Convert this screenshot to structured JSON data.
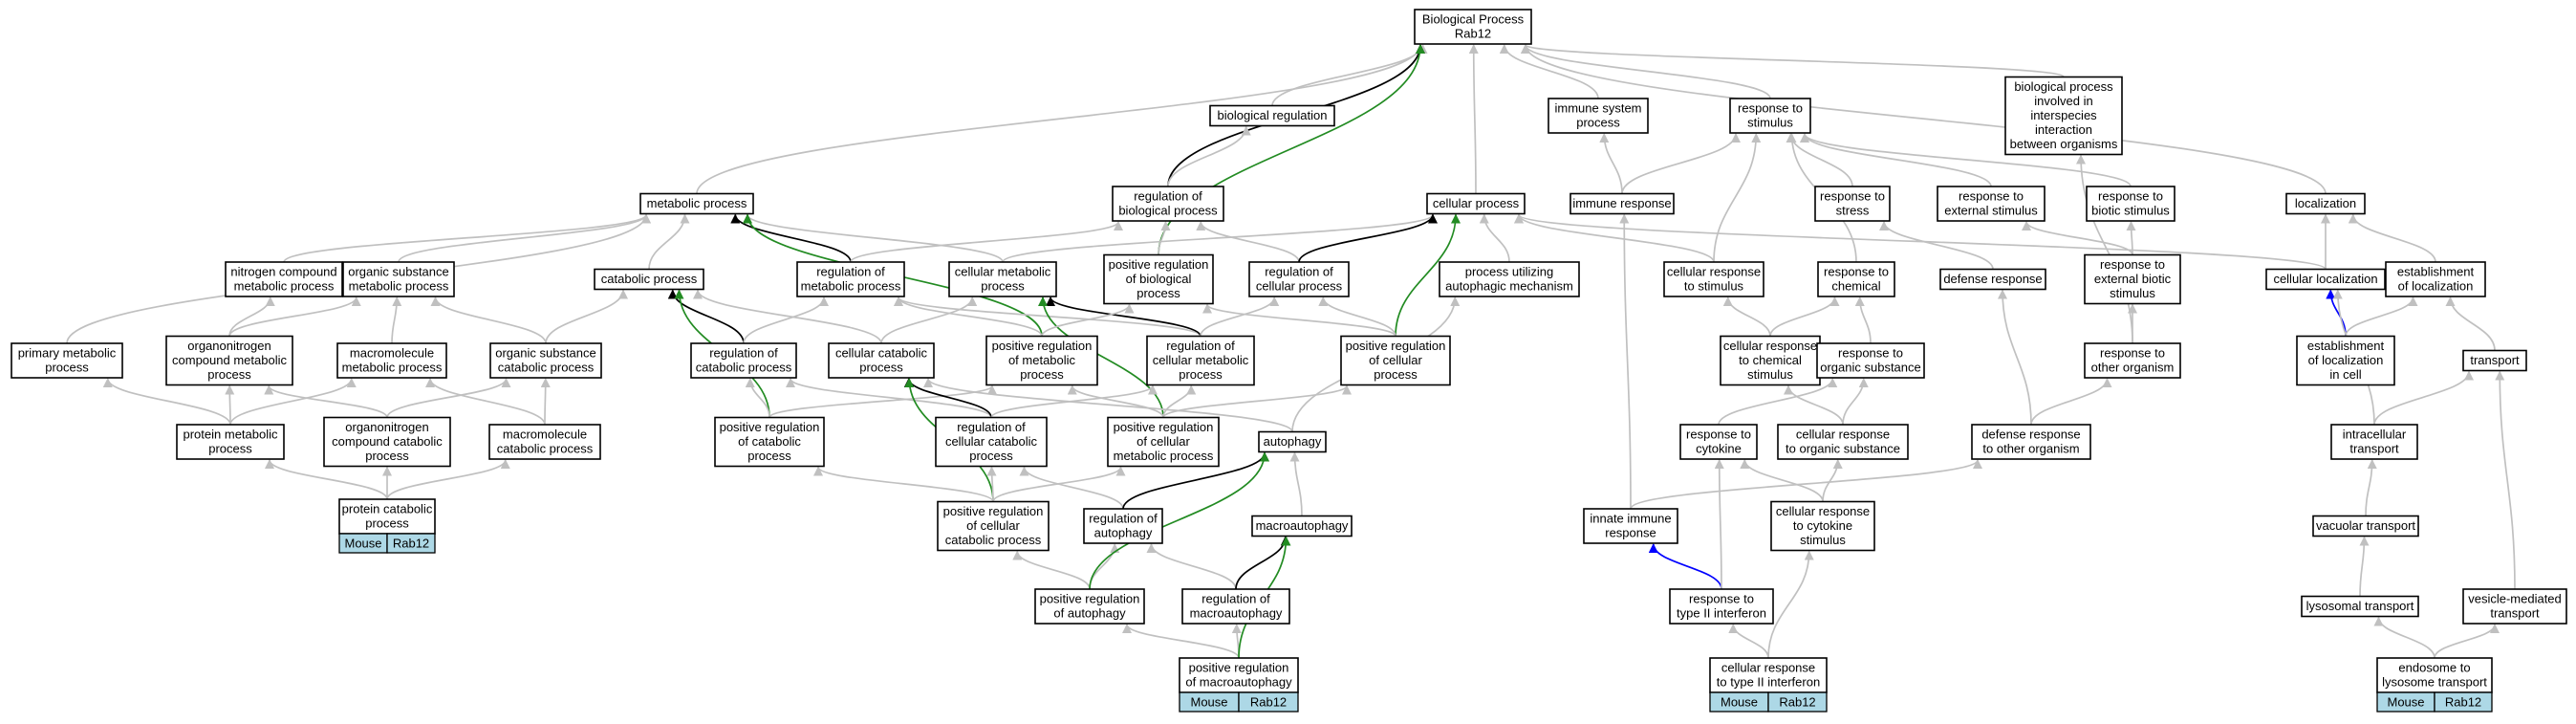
{
  "colors": {
    "is_a": "#c0c0c0",
    "regulates": "#000000",
    "positively_regulates": "#228b22",
    "part_of": "#0000ff",
    "annotation_fill": "#add8e6"
  },
  "nodes": [
    {
      "id": "root",
      "lines": [
        "Biological Process",
        "Rab12"
      ]
    },
    {
      "id": "bioreg",
      "lines": [
        "biological regulation"
      ]
    },
    {
      "id": "immsys",
      "lines": [
        "immune system",
        "process"
      ]
    },
    {
      "id": "resp_stim",
      "lines": [
        "response to",
        "stimulus"
      ]
    },
    {
      "id": "interspecies",
      "lines": [
        "biological process",
        "involved in",
        "interspecies",
        "interaction",
        "between organisms"
      ]
    },
    {
      "id": "metab",
      "lines": [
        "metabolic process"
      ]
    },
    {
      "id": "reg_bio",
      "lines": [
        "regulation of",
        "biological process"
      ]
    },
    {
      "id": "cellproc",
      "lines": [
        "cellular process"
      ]
    },
    {
      "id": "immresp",
      "lines": [
        "immune response"
      ]
    },
    {
      "id": "resp_stress",
      "lines": [
        "response to",
        "stress"
      ]
    },
    {
      "id": "resp_ext",
      "lines": [
        "response to",
        "external stimulus"
      ]
    },
    {
      "id": "resp_biotic",
      "lines": [
        "response to",
        "biotic stimulus"
      ]
    },
    {
      "id": "localization",
      "lines": [
        "localization"
      ]
    },
    {
      "id": "nitrogen",
      "lines": [
        "nitrogen compound",
        "metabolic process"
      ]
    },
    {
      "id": "orgsub_met",
      "lines": [
        "organic substance",
        "metabolic process"
      ]
    },
    {
      "id": "catab",
      "lines": [
        "catabolic process"
      ]
    },
    {
      "id": "reg_metab",
      "lines": [
        "regulation of",
        "metabolic process"
      ]
    },
    {
      "id": "cell_metab",
      "lines": [
        "cellular metabolic",
        "process"
      ]
    },
    {
      "id": "pos_reg_bio",
      "lines": [
        "positive regulation",
        "of biological",
        "process"
      ]
    },
    {
      "id": "reg_cellproc",
      "lines": [
        "regulation of",
        "cellular process"
      ]
    },
    {
      "id": "autophagic_mech",
      "lines": [
        "process utilizing",
        "autophagic mechanism"
      ]
    },
    {
      "id": "cell_resp_stim",
      "lines": [
        "cellular response",
        "to stimulus"
      ]
    },
    {
      "id": "resp_chem",
      "lines": [
        "response to",
        "chemical"
      ]
    },
    {
      "id": "defense",
      "lines": [
        "defense response"
      ]
    },
    {
      "id": "resp_ext_biotic",
      "lines": [
        "response to",
        "external biotic",
        "stimulus"
      ]
    },
    {
      "id": "cell_loc",
      "lines": [
        "cellular localization"
      ]
    },
    {
      "id": "est_loc",
      "lines": [
        "establishment",
        "of localization"
      ]
    },
    {
      "id": "primary",
      "lines": [
        "primary metabolic",
        "process"
      ]
    },
    {
      "id": "organonitrogen",
      "lines": [
        "organonitrogen",
        "compound metabolic",
        "process"
      ]
    },
    {
      "id": "macromol_met",
      "lines": [
        "macromolecule",
        "metabolic process"
      ]
    },
    {
      "id": "orgsub_cat",
      "lines": [
        "organic substance",
        "catabolic process"
      ]
    },
    {
      "id": "reg_catab",
      "lines": [
        "regulation of",
        "catabolic process"
      ]
    },
    {
      "id": "cell_catab",
      "lines": [
        "cellular catabolic",
        "process"
      ]
    },
    {
      "id": "pos_reg_metab",
      "lines": [
        "positive regulation",
        "of metabolic",
        "process"
      ]
    },
    {
      "id": "reg_cell_metab",
      "lines": [
        "regulation of",
        "cellular metabolic",
        "process"
      ]
    },
    {
      "id": "pos_reg_cellproc",
      "lines": [
        "positive regulation",
        "of cellular",
        "process"
      ]
    },
    {
      "id": "cell_resp_chem",
      "lines": [
        "cellular response",
        "to chemical",
        "stimulus"
      ]
    },
    {
      "id": "resp_org_sub",
      "lines": [
        "response to",
        "organic substance"
      ]
    },
    {
      "id": "resp_other_org",
      "lines": [
        "response to",
        "other organism"
      ]
    },
    {
      "id": "est_loc_cell",
      "lines": [
        "establishment",
        "of localization",
        "in cell"
      ]
    },
    {
      "id": "transport",
      "lines": [
        "transport"
      ]
    },
    {
      "id": "protein_met",
      "lines": [
        "protein metabolic",
        "process"
      ]
    },
    {
      "id": "organonitrogen_cat",
      "lines": [
        "organonitrogen",
        "compound catabolic",
        "process"
      ]
    },
    {
      "id": "macromol_cat",
      "lines": [
        "macromolecule",
        "catabolic process"
      ]
    },
    {
      "id": "pos_reg_catab",
      "lines": [
        "positive regulation",
        "of catabolic",
        "process"
      ]
    },
    {
      "id": "reg_cell_catab",
      "lines": [
        "regulation of",
        "cellular catabolic",
        "process"
      ]
    },
    {
      "id": "pos_reg_cell_metab",
      "lines": [
        "positive regulation",
        "of cellular",
        "metabolic process"
      ]
    },
    {
      "id": "autophagy",
      "lines": [
        "autophagy"
      ]
    },
    {
      "id": "resp_cytokine",
      "lines": [
        "response to",
        "cytokine"
      ]
    },
    {
      "id": "cell_resp_org_sub",
      "lines": [
        "cellular response",
        "to organic substance"
      ]
    },
    {
      "id": "def_other_org",
      "lines": [
        "defense response",
        "to other organism"
      ]
    },
    {
      "id": "intracell_transport",
      "lines": [
        "intracellular",
        "transport"
      ]
    },
    {
      "id": "protein_catab",
      "lines": [
        "protein catabolic",
        "process"
      ]
    },
    {
      "id": "pos_reg_cell_catab",
      "lines": [
        "positive regulation",
        "of cellular",
        "catabolic process"
      ]
    },
    {
      "id": "reg_autophagy",
      "lines": [
        "regulation of",
        "autophagy"
      ]
    },
    {
      "id": "macroautophagy",
      "lines": [
        "macroautophagy"
      ]
    },
    {
      "id": "innate",
      "lines": [
        "innate immune",
        "response"
      ]
    },
    {
      "id": "cell_resp_cytokine",
      "lines": [
        "cellular response",
        "to cytokine",
        "stimulus"
      ]
    },
    {
      "id": "vacuolar",
      "lines": [
        "vacuolar transport"
      ]
    },
    {
      "id": "pos_reg_autophagy",
      "lines": [
        "positive regulation",
        "of autophagy"
      ]
    },
    {
      "id": "reg_macro",
      "lines": [
        "regulation of",
        "macroautophagy"
      ]
    },
    {
      "id": "resp_ifng",
      "lines": [
        "response to",
        "type II interferon"
      ]
    },
    {
      "id": "lysosomal",
      "lines": [
        "lysosomal transport"
      ]
    },
    {
      "id": "vesicle",
      "lines": [
        "vesicle-mediated",
        "transport"
      ]
    },
    {
      "id": "pos_reg_macro",
      "lines": [
        "positive regulation",
        "of macroautophagy"
      ]
    },
    {
      "id": "cell_resp_ifng",
      "lines": [
        "cellular response",
        "to type II interferon"
      ]
    },
    {
      "id": "endosome",
      "lines": [
        "endosome to",
        "lysosome transport"
      ]
    }
  ],
  "annotations": [
    {
      "node": "protein_catab",
      "species": "Mouse",
      "gene": "Rab12"
    },
    {
      "node": "pos_reg_macro",
      "species": "Mouse",
      "gene": "Rab12"
    },
    {
      "node": "cell_resp_ifng",
      "species": "Mouse",
      "gene": "Rab12"
    },
    {
      "node": "endosome",
      "species": "Mouse",
      "gene": "Rab12"
    }
  ],
  "edges": [
    {
      "from": "bioreg",
      "to": "root",
      "type": "is_a"
    },
    {
      "from": "immsys",
      "to": "root",
      "type": "is_a"
    },
    {
      "from": "resp_stim",
      "to": "root",
      "type": "is_a"
    },
    {
      "from": "interspecies",
      "to": "root",
      "type": "is_a"
    },
    {
      "from": "metab",
      "to": "root",
      "type": "is_a"
    },
    {
      "from": "reg_bio",
      "to": "root",
      "type": "regulates"
    },
    {
      "from": "pos_reg_bio",
      "to": "root",
      "type": "positively_regulates"
    },
    {
      "from": "cellproc",
      "to": "root",
      "type": "is_a"
    },
    {
      "from": "localization",
      "to": "root",
      "type": "is_a"
    },
    {
      "from": "reg_bio",
      "to": "bioreg",
      "type": "is_a"
    },
    {
      "from": "immresp",
      "to": "immsys",
      "type": "is_a"
    },
    {
      "from": "immresp",
      "to": "resp_stim",
      "type": "is_a"
    },
    {
      "from": "resp_stress",
      "to": "resp_stim",
      "type": "is_a"
    },
    {
      "from": "resp_ext",
      "to": "resp_stim",
      "type": "is_a"
    },
    {
      "from": "resp_biotic",
      "to": "resp_stim",
      "type": "is_a"
    },
    {
      "from": "cell_resp_stim",
      "to": "resp_stim",
      "type": "is_a"
    },
    {
      "from": "resp_chem",
      "to": "resp_stim",
      "type": "is_a"
    },
    {
      "from": "resp_ext_biotic",
      "to": "resp_ext",
      "type": "is_a"
    },
    {
      "from": "resp_ext_biotic",
      "to": "resp_biotic",
      "type": "is_a"
    },
    {
      "from": "defense",
      "to": "resp_stress",
      "type": "is_a"
    },
    {
      "from": "resp_other_org",
      "to": "resp_ext_biotic",
      "type": "is_a"
    },
    {
      "from": "resp_other_org",
      "to": "interspecies",
      "type": "is_a"
    },
    {
      "from": "nitrogen",
      "to": "metab",
      "type": "is_a"
    },
    {
      "from": "orgsub_met",
      "to": "metab",
      "type": "is_a"
    },
    {
      "from": "catab",
      "to": "metab",
      "type": "is_a"
    },
    {
      "from": "reg_metab",
      "to": "metab",
      "type": "regulates"
    },
    {
      "from": "cell_metab",
      "to": "metab",
      "type": "is_a"
    },
    {
      "from": "pos_reg_metab",
      "to": "metab",
      "type": "positively_regulates"
    },
    {
      "from": "primary",
      "to": "metab",
      "type": "is_a"
    },
    {
      "from": "reg_metab",
      "to": "reg_bio",
      "type": "is_a"
    },
    {
      "from": "reg_cellproc",
      "to": "reg_bio",
      "type": "is_a"
    },
    {
      "from": "pos_reg_bio",
      "to": "reg_bio",
      "type": "is_a"
    },
    {
      "from": "cell_metab",
      "to": "cellproc",
      "type": "is_a"
    },
    {
      "from": "reg_cellproc",
      "to": "cellproc",
      "type": "regulates"
    },
    {
      "from": "pos_reg_cellproc",
      "to": "cellproc",
      "type": "positively_regulates"
    },
    {
      "from": "autophagic_mech",
      "to": "cellproc",
      "type": "is_a"
    },
    {
      "from": "cell_resp_stim",
      "to": "cellproc",
      "type": "is_a"
    },
    {
      "from": "cell_loc",
      "to": "cellproc",
      "type": "is_a"
    },
    {
      "from": "cell_loc",
      "to": "localization",
      "type": "is_a"
    },
    {
      "from": "est_loc",
      "to": "localization",
      "type": "is_a"
    },
    {
      "from": "organonitrogen",
      "to": "nitrogen",
      "type": "is_a"
    },
    {
      "from": "organonitrogen",
      "to": "orgsub_met",
      "type": "is_a"
    },
    {
      "from": "macromol_met",
      "to": "orgsub_met",
      "type": "is_a"
    },
    {
      "from": "orgsub_cat",
      "to": "orgsub_met",
      "type": "is_a"
    },
    {
      "from": "orgsub_cat",
      "to": "catab",
      "type": "is_a"
    },
    {
      "from": "reg_catab",
      "to": "catab",
      "type": "regulates"
    },
    {
      "from": "cell_catab",
      "to": "catab",
      "type": "is_a"
    },
    {
      "from": "pos_reg_catab",
      "to": "catab",
      "type": "positively_regulates"
    },
    {
      "from": "reg_catab",
      "to": "reg_metab",
      "type": "is_a"
    },
    {
      "from": "pos_reg_metab",
      "to": "reg_metab",
      "type": "is_a"
    },
    {
      "from": "reg_cell_metab",
      "to": "reg_metab",
      "type": "is_a"
    },
    {
      "from": "cell_catab",
      "to": "cell_metab",
      "type": "is_a"
    },
    {
      "from": "reg_cell_metab",
      "to": "cell_metab",
      "type": "regulates"
    },
    {
      "from": "pos_reg_cell_metab",
      "to": "cell_metab",
      "type": "positively_regulates"
    },
    {
      "from": "pos_reg_metab",
      "to": "pos_reg_bio",
      "type": "is_a"
    },
    {
      "from": "pos_reg_cellproc",
      "to": "pos_reg_bio",
      "type": "is_a"
    },
    {
      "from": "reg_cell_metab",
      "to": "reg_cellproc",
      "type": "is_a"
    },
    {
      "from": "pos_reg_cellproc",
      "to": "reg_cellproc",
      "type": "is_a"
    },
    {
      "from": "autophagy",
      "to": "autophagic_mech",
      "type": "is_a"
    },
    {
      "from": "cell_resp_chem",
      "to": "cell_resp_stim",
      "type": "is_a"
    },
    {
      "from": "cell_resp_chem",
      "to": "resp_chem",
      "type": "is_a"
    },
    {
      "from": "resp_org_sub",
      "to": "resp_chem",
      "type": "is_a"
    },
    {
      "from": "def_other_org",
      "to": "defense",
      "type": "is_a"
    },
    {
      "from": "def_other_org",
      "to": "resp_other_org",
      "type": "is_a"
    },
    {
      "from": "est_loc_cell",
      "to": "cell_loc",
      "type": "part_of"
    },
    {
      "from": "est_loc_cell",
      "to": "est_loc",
      "type": "is_a"
    },
    {
      "from": "transport",
      "to": "est_loc",
      "type": "is_a"
    },
    {
      "from": "protein_met",
      "to": "primary",
      "type": "is_a"
    },
    {
      "from": "protein_met",
      "to": "organonitrogen",
      "type": "is_a"
    },
    {
      "from": "protein_met",
      "to": "macromol_met",
      "type": "is_a"
    },
    {
      "from": "organonitrogen_cat",
      "to": "organonitrogen",
      "type": "is_a"
    },
    {
      "from": "organonitrogen_cat",
      "to": "orgsub_cat",
      "type": "is_a"
    },
    {
      "from": "macromol_cat",
      "to": "macromol_met",
      "type": "is_a"
    },
    {
      "from": "macromol_cat",
      "to": "orgsub_cat",
      "type": "is_a"
    },
    {
      "from": "pos_reg_catab",
      "to": "reg_catab",
      "type": "is_a"
    },
    {
      "from": "pos_reg_catab",
      "to": "pos_reg_metab",
      "type": "is_a"
    },
    {
      "from": "reg_cell_catab",
      "to": "reg_catab",
      "type": "is_a"
    },
    {
      "from": "reg_cell_catab",
      "to": "cell_catab",
      "type": "regulates"
    },
    {
      "from": "reg_cell_catab",
      "to": "reg_cell_metab",
      "type": "is_a"
    },
    {
      "from": "pos_reg_cell_metab",
      "to": "pos_reg_metab",
      "type": "is_a"
    },
    {
      "from": "pos_reg_cell_metab",
      "to": "reg_cell_metab",
      "type": "is_a"
    },
    {
      "from": "pos_reg_cell_metab",
      "to": "pos_reg_cellproc",
      "type": "is_a"
    },
    {
      "from": "autophagy",
      "to": "cell_catab",
      "type": "is_a"
    },
    {
      "from": "resp_cytokine",
      "to": "resp_org_sub",
      "type": "is_a"
    },
    {
      "from": "cell_resp_org_sub",
      "to": "resp_org_sub",
      "type": "is_a"
    },
    {
      "from": "cell_resp_org_sub",
      "to": "cell_resp_chem",
      "type": "is_a"
    },
    {
      "from": "intracell_transport",
      "to": "transport",
      "type": "is_a"
    },
    {
      "from": "intracell_transport",
      "to": "cell_loc",
      "type": "is_a"
    },
    {
      "from": "protein_catab",
      "to": "protein_met",
      "type": "is_a"
    },
    {
      "from": "protein_catab",
      "to": "organonitrogen_cat",
      "type": "is_a"
    },
    {
      "from": "protein_catab",
      "to": "macromol_cat",
      "type": "is_a"
    },
    {
      "from": "pos_reg_cell_catab",
      "to": "cell_catab",
      "type": "positively_regulates"
    },
    {
      "from": "pos_reg_cell_catab",
      "to": "pos_reg_catab",
      "type": "is_a"
    },
    {
      "from": "pos_reg_cell_catab",
      "to": "reg_cell_catab",
      "type": "is_a"
    },
    {
      "from": "pos_reg_cell_catab",
      "to": "pos_reg_cell_metab",
      "type": "is_a"
    },
    {
      "from": "reg_autophagy",
      "to": "reg_cell_catab",
      "type": "is_a"
    },
    {
      "from": "reg_autophagy",
      "to": "autophagy",
      "type": "regulates"
    },
    {
      "from": "macroautophagy",
      "to": "autophagy",
      "type": "is_a"
    },
    {
      "from": "innate",
      "to": "immresp",
      "type": "is_a"
    },
    {
      "from": "innate",
      "to": "def_other_org",
      "type": "is_a"
    },
    {
      "from": "cell_resp_cytokine",
      "to": "resp_cytokine",
      "type": "is_a"
    },
    {
      "from": "cell_resp_cytokine",
      "to": "cell_resp_org_sub",
      "type": "is_a"
    },
    {
      "from": "vacuolar",
      "to": "intracell_transport",
      "type": "is_a"
    },
    {
      "from": "pos_reg_autophagy",
      "to": "pos_reg_cell_catab",
      "type": "is_a"
    },
    {
      "from": "pos_reg_autophagy",
      "to": "reg_autophagy",
      "type": "is_a"
    },
    {
      "from": "pos_reg_autophagy",
      "to": "autophagy",
      "type": "positively_regulates"
    },
    {
      "from": "reg_macro",
      "to": "reg_autophagy",
      "type": "is_a"
    },
    {
      "from": "reg_macro",
      "to": "macroautophagy",
      "type": "regulates"
    },
    {
      "from": "resp_ifng",
      "to": "innate",
      "type": "part_of"
    },
    {
      "from": "resp_ifng",
      "to": "resp_cytokine",
      "type": "is_a"
    },
    {
      "from": "lysosomal",
      "to": "vacuolar",
      "type": "is_a"
    },
    {
      "from": "vesicle",
      "to": "transport",
      "type": "is_a"
    },
    {
      "from": "pos_reg_macro",
      "to": "pos_reg_autophagy",
      "type": "is_a"
    },
    {
      "from": "pos_reg_macro",
      "to": "reg_macro",
      "type": "is_a"
    },
    {
      "from": "pos_reg_macro",
      "to": "macroautophagy",
      "type": "positively_regulates"
    },
    {
      "from": "cell_resp_ifng",
      "to": "resp_ifng",
      "type": "is_a"
    },
    {
      "from": "cell_resp_ifng",
      "to": "cell_resp_cytokine",
      "type": "is_a"
    },
    {
      "from": "endosome",
      "to": "lysosomal",
      "type": "is_a"
    },
    {
      "from": "endosome",
      "to": "vesicle",
      "type": "is_a"
    }
  ]
}
